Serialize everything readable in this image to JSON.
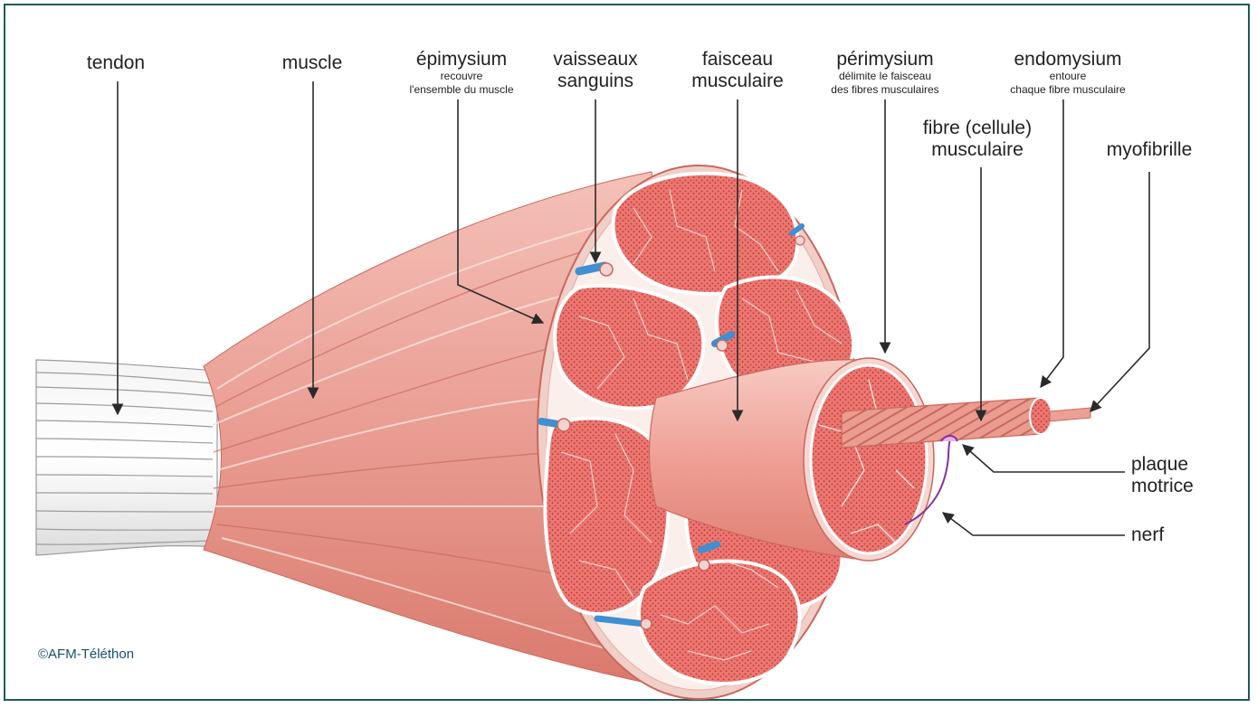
{
  "labels": {
    "tendon": "tendon",
    "muscle": "muscle",
    "epimysium": "épimysium",
    "epimysium_desc_1": "recouvre",
    "epimysium_desc_2": "l'ensemble du muscle",
    "vaisseaux_1": "vaisseaux",
    "vaisseaux_2": "sanguins",
    "faisceau_1": "faisceau",
    "faisceau_2": "musculaire",
    "perimysium": "périmysium",
    "perimysium_desc_1": "délimite le faisceau",
    "perimysium_desc_2": "des fibres musculaires",
    "endomysium": "endomysium",
    "endomysium_desc_1": "entoure",
    "endomysium_desc_2": "chaque fibre musculaire",
    "fibre_1": "fibre (cellule)",
    "fibre_2": "musculaire",
    "myofibrille": "myofibrille",
    "plaque_1": "plaque",
    "plaque_2": "motrice",
    "nerf": "nerf"
  },
  "copyright": "©AFM-Téléthon",
  "colors": {
    "frame": "#1f5a5a",
    "muscle": "#e9a197",
    "muscle_dark": "#d46d60",
    "fibre_fill": "#e46a66",
    "tendon": "#e8e8e8",
    "vessel_blue": "#3f8fd1",
    "nerve": "#8a2f9a"
  }
}
